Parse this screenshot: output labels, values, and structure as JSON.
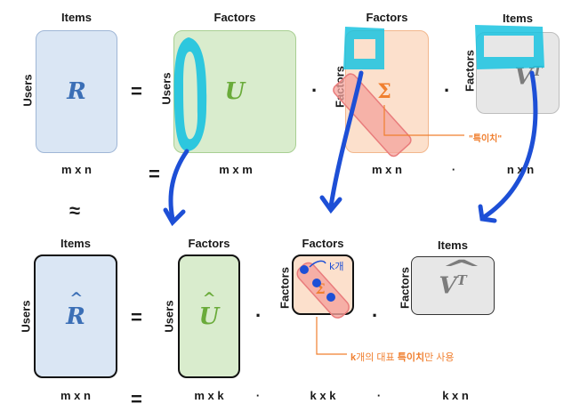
{
  "row1": {
    "headers": {
      "items_r": "Items",
      "factors_u": "Factors",
      "factors_s": "Factors",
      "items_v": "Items"
    },
    "side_labels": {
      "users_r": "Users",
      "users_u": "Users",
      "factors_s": "Factors",
      "factors_v": "Factors"
    },
    "symbols": {
      "r": "R",
      "u": "U",
      "s": "Σ",
      "v": "V",
      "v_sup": "T"
    },
    "operators": {
      "eq": "=",
      "dot1": "·",
      "dot2": "·"
    },
    "singular_value_note": "\"특이치\"",
    "dims": {
      "eq": "=",
      "r": "m x n",
      "u": "m x m",
      "s": "m x n",
      "dot": "·",
      "v": "n x n"
    }
  },
  "approx": "≈",
  "row2": {
    "headers": {
      "items_r": "Items",
      "factors_u": "Factors",
      "factors_s": "Factors",
      "items_v": "Items"
    },
    "side_labels": {
      "users_r": "Users",
      "users_u": "Users",
      "factors_s": "Factors",
      "factors_v": "Factors"
    },
    "symbols": {
      "r_hat": "R",
      "u_hat": "U",
      "s_hat": "Σ",
      "v_hat": "V",
      "v_sup": "T",
      "hat": "^"
    },
    "operators": {
      "eq": "=",
      "dot1": "·",
      "dot2": "·"
    },
    "k_note": "k개",
    "footnote": {
      "k": "k",
      "mid": "개의 대표 ",
      "bold": "특이치",
      "tail": "만 사용"
    },
    "dims": {
      "r": "m x n",
      "eq": "=",
      "u": "m x k",
      "dot1": "·",
      "s": "k x k",
      "dot2": "·",
      "v": "k x n"
    }
  },
  "colors": {
    "blue_fill": "#dae6f4",
    "blue_stroke": "#9fb6d6",
    "blue_text": "#3b6fb6",
    "green_fill": "#d9eccd",
    "green_stroke": "#a8cf92",
    "green_text": "#6aab3a",
    "orange_fill": "#fce0cc",
    "orange_stroke": "#f2b78d",
    "orange_text": "#f07f2f",
    "gray_fill": "#e7e7e7",
    "gray_stroke": "#bdbdbd",
    "gray_text": "#7c7c7c",
    "highlight_cyan": "#19c3e0",
    "arrow_blue": "#1d4fd6"
  }
}
